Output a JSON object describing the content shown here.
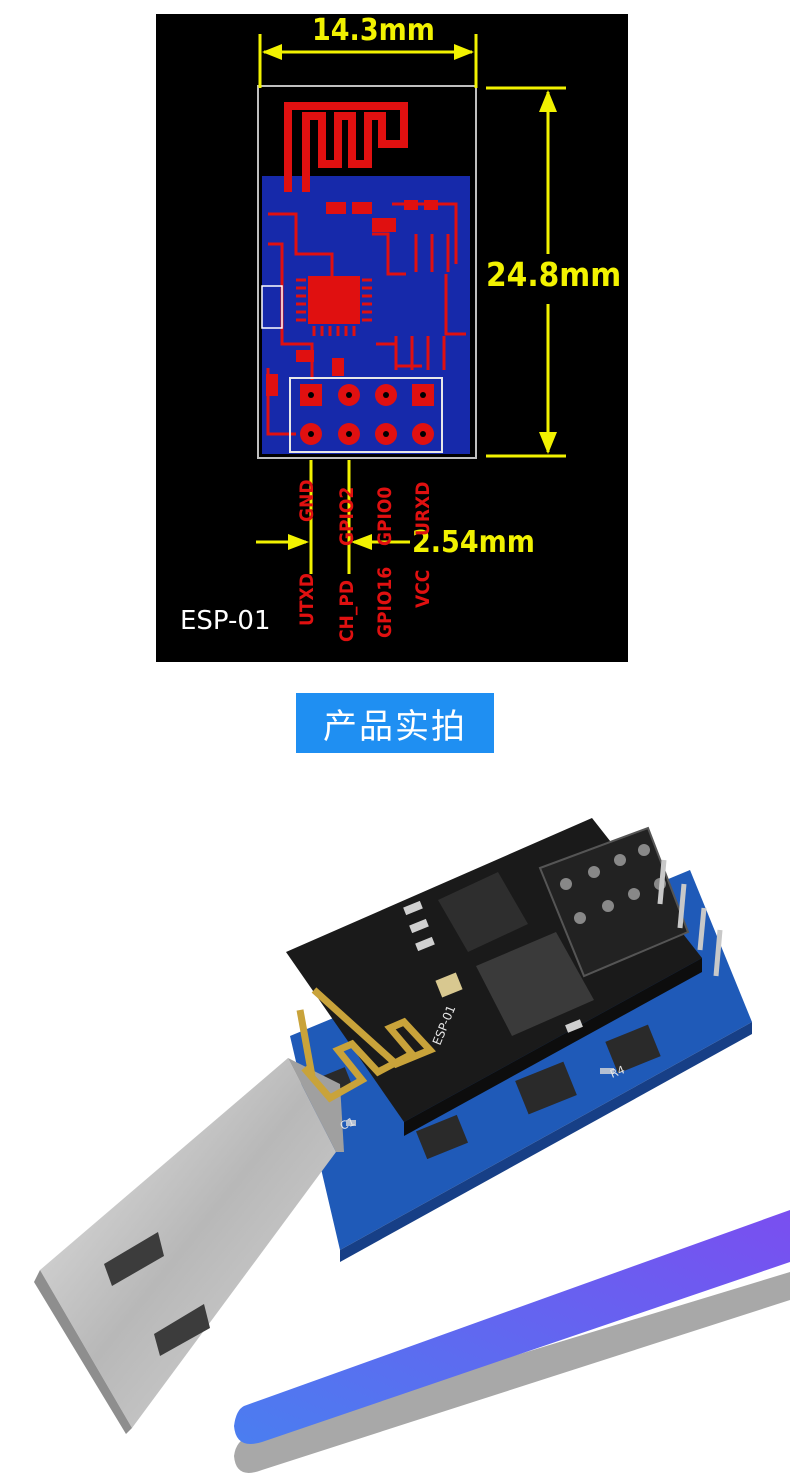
{
  "pcb_diagram": {
    "width_dimension": "14.3mm",
    "height_dimension": "24.8mm",
    "pitch_dimension": "2.54mm",
    "module_name": "ESP-01",
    "pins_top_row": [
      "GND",
      "GPIO2",
      "GPIO0",
      "URXD"
    ],
    "pins_bottom_row": [
      "UTXD",
      "CH_PD",
      "GPIO16",
      "VCC"
    ],
    "colors": {
      "background": "#000000",
      "trace": "#e01010",
      "dimension": "#f2f200",
      "ground_plane": "#1a30c8"
    }
  },
  "section_title": "产品实拍",
  "photo": {
    "description_icons": [
      "usb-plug-icon",
      "esp01-module-icon",
      "wifi-antenna-icon"
    ],
    "board_silkscreen": [
      "ESP-01",
      "C1",
      "R4"
    ],
    "colors": {
      "board": "#1f5ab8",
      "module": "#1a1a1a",
      "accent_bar": "#5d5fe8"
    }
  }
}
